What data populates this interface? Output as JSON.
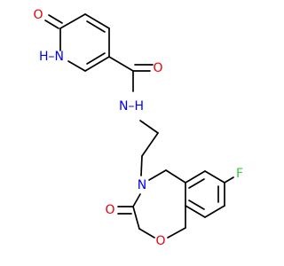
{
  "molecule": {
    "atoms": [
      {
        "id": "o_pyridone",
        "symbol": "O",
        "color": "#e8000b"
      },
      {
        "id": "n_pyridone",
        "symbol": "H–N",
        "color": "#0000ff"
      },
      {
        "id": "o_amide",
        "symbol": "O",
        "color": "#e8000b"
      },
      {
        "id": "n_amide",
        "symbol": "N–H",
        "color": "#0000ff"
      },
      {
        "id": "n_ring",
        "symbol": "N",
        "color": "#0000ff"
      },
      {
        "id": "o_lactam",
        "symbol": "O",
        "color": "#e8000b"
      },
      {
        "id": "o_ether",
        "symbol": "O",
        "color": "#e8000b"
      },
      {
        "id": "f",
        "symbol": "F",
        "color": "#33cc33"
      }
    ]
  }
}
